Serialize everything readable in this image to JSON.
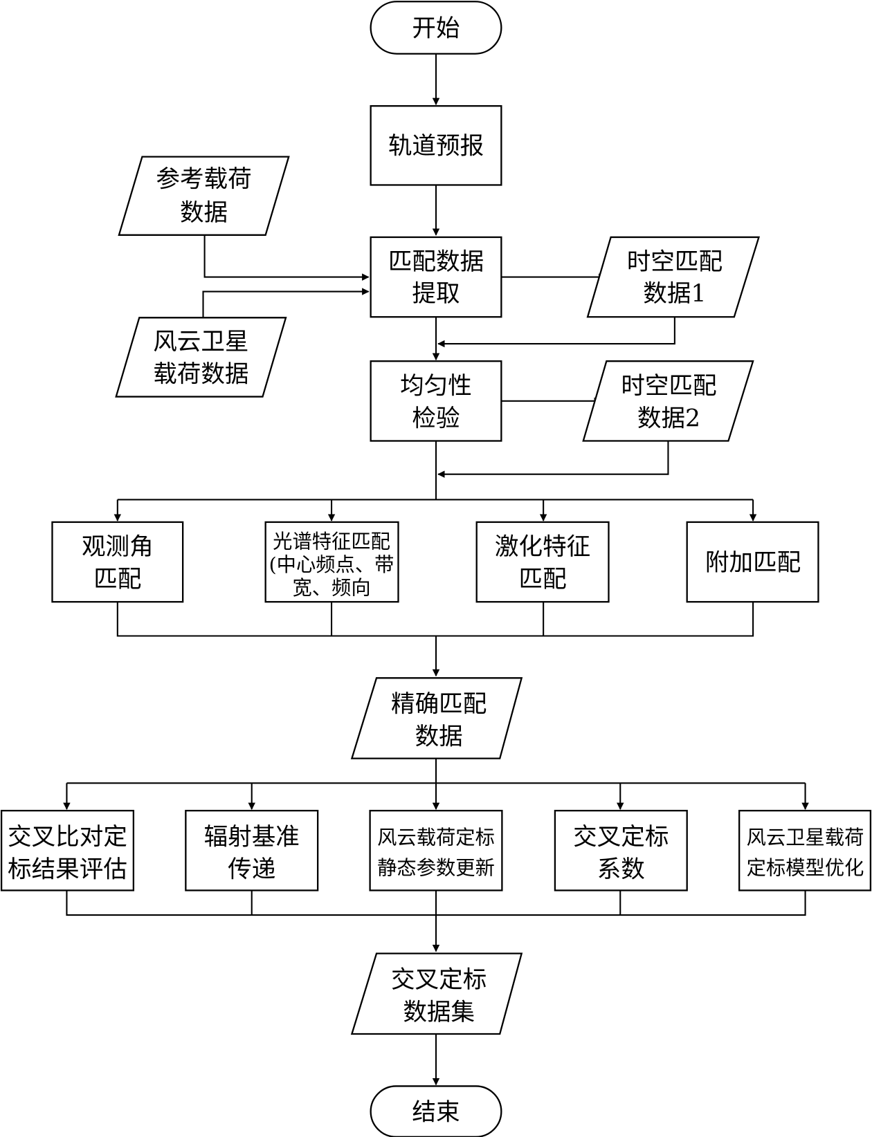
{
  "title": "风云卫星载荷交叉定标流程图",
  "nodes": {
    "start": {
      "lines": [
        "开始"
      ]
    },
    "orbit_forecast": {
      "lines": [
        "轨道预报"
      ]
    },
    "reference_payload_data": {
      "lines": [
        "参考载荷",
        "数据"
      ]
    },
    "fy_payload_data": {
      "lines": [
        "风云卫星",
        "载荷数据"
      ]
    },
    "match_data_extraction": {
      "lines": [
        "匹配数据",
        "提取"
      ]
    },
    "spatiotemporal_match_data_1": {
      "lines": [
        "时空匹配",
        "数据1"
      ]
    },
    "uniformity_check": {
      "lines": [
        "均匀性",
        "检验"
      ]
    },
    "spatiotemporal_match_data_2": {
      "lines": [
        "时空匹配",
        "数据2"
      ]
    },
    "view_angle_match": {
      "lines": [
        "观测角",
        "匹配"
      ]
    },
    "spectral_feature_match": {
      "lines": [
        "光谱特征匹配",
        "(中心频点、带",
        "宽、频向"
      ]
    },
    "polarization_feature_match": {
      "lines": [
        "激化特征",
        "匹配"
      ]
    },
    "additional_match": {
      "lines": [
        "附加匹配"
      ]
    },
    "precise_match_data": {
      "lines": [
        "精确匹配",
        "数据"
      ]
    },
    "cross_comparison_evaluation": {
      "lines": [
        "交叉比对定",
        "标结果评估"
      ]
    },
    "radiometric_reference_transfer": {
      "lines": [
        "辐射基准",
        "传递"
      ]
    },
    "fy_static_param_update": {
      "lines": [
        "风云载荷定标",
        "静态参数更新"
      ]
    },
    "cross_calibration_coefficient": {
      "lines": [
        "交叉定标",
        "系数"
      ]
    },
    "fy_calibration_model_opt": {
      "lines": [
        "风云卫星载荷",
        "定标模型优化"
      ]
    },
    "cross_calibration_dataset": {
      "lines": [
        "交叉定标",
        "数据集"
      ]
    },
    "end": {
      "lines": [
        "结束"
      ]
    }
  }
}
